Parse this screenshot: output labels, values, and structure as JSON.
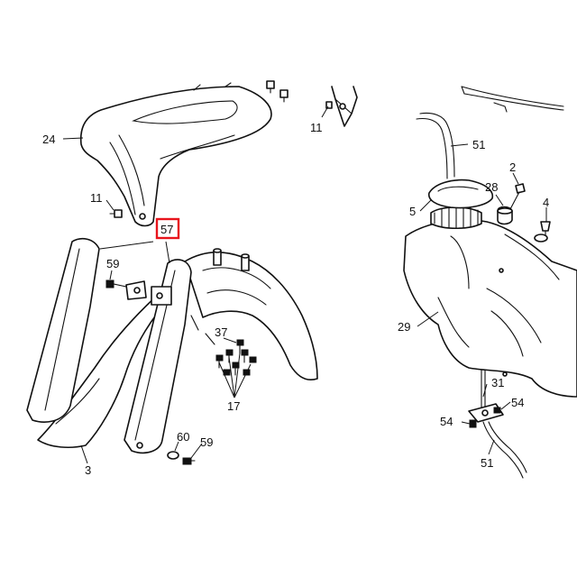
{
  "labels": {
    "l24": "24",
    "l11a": "11",
    "l11b": "11",
    "l51a": "51",
    "l2": "2",
    "l28": "28",
    "l4": "4",
    "l5": "5",
    "l57": "57",
    "l59a": "59",
    "l29": "29",
    "l37": "37",
    "l17": "17",
    "l31": "31",
    "l54a": "54",
    "l54b": "54",
    "l60": "60",
    "l59b": "59",
    "l3": "3",
    "l51b": "51"
  },
  "highlight": {
    "label": "57",
    "color": "#e8141c"
  }
}
